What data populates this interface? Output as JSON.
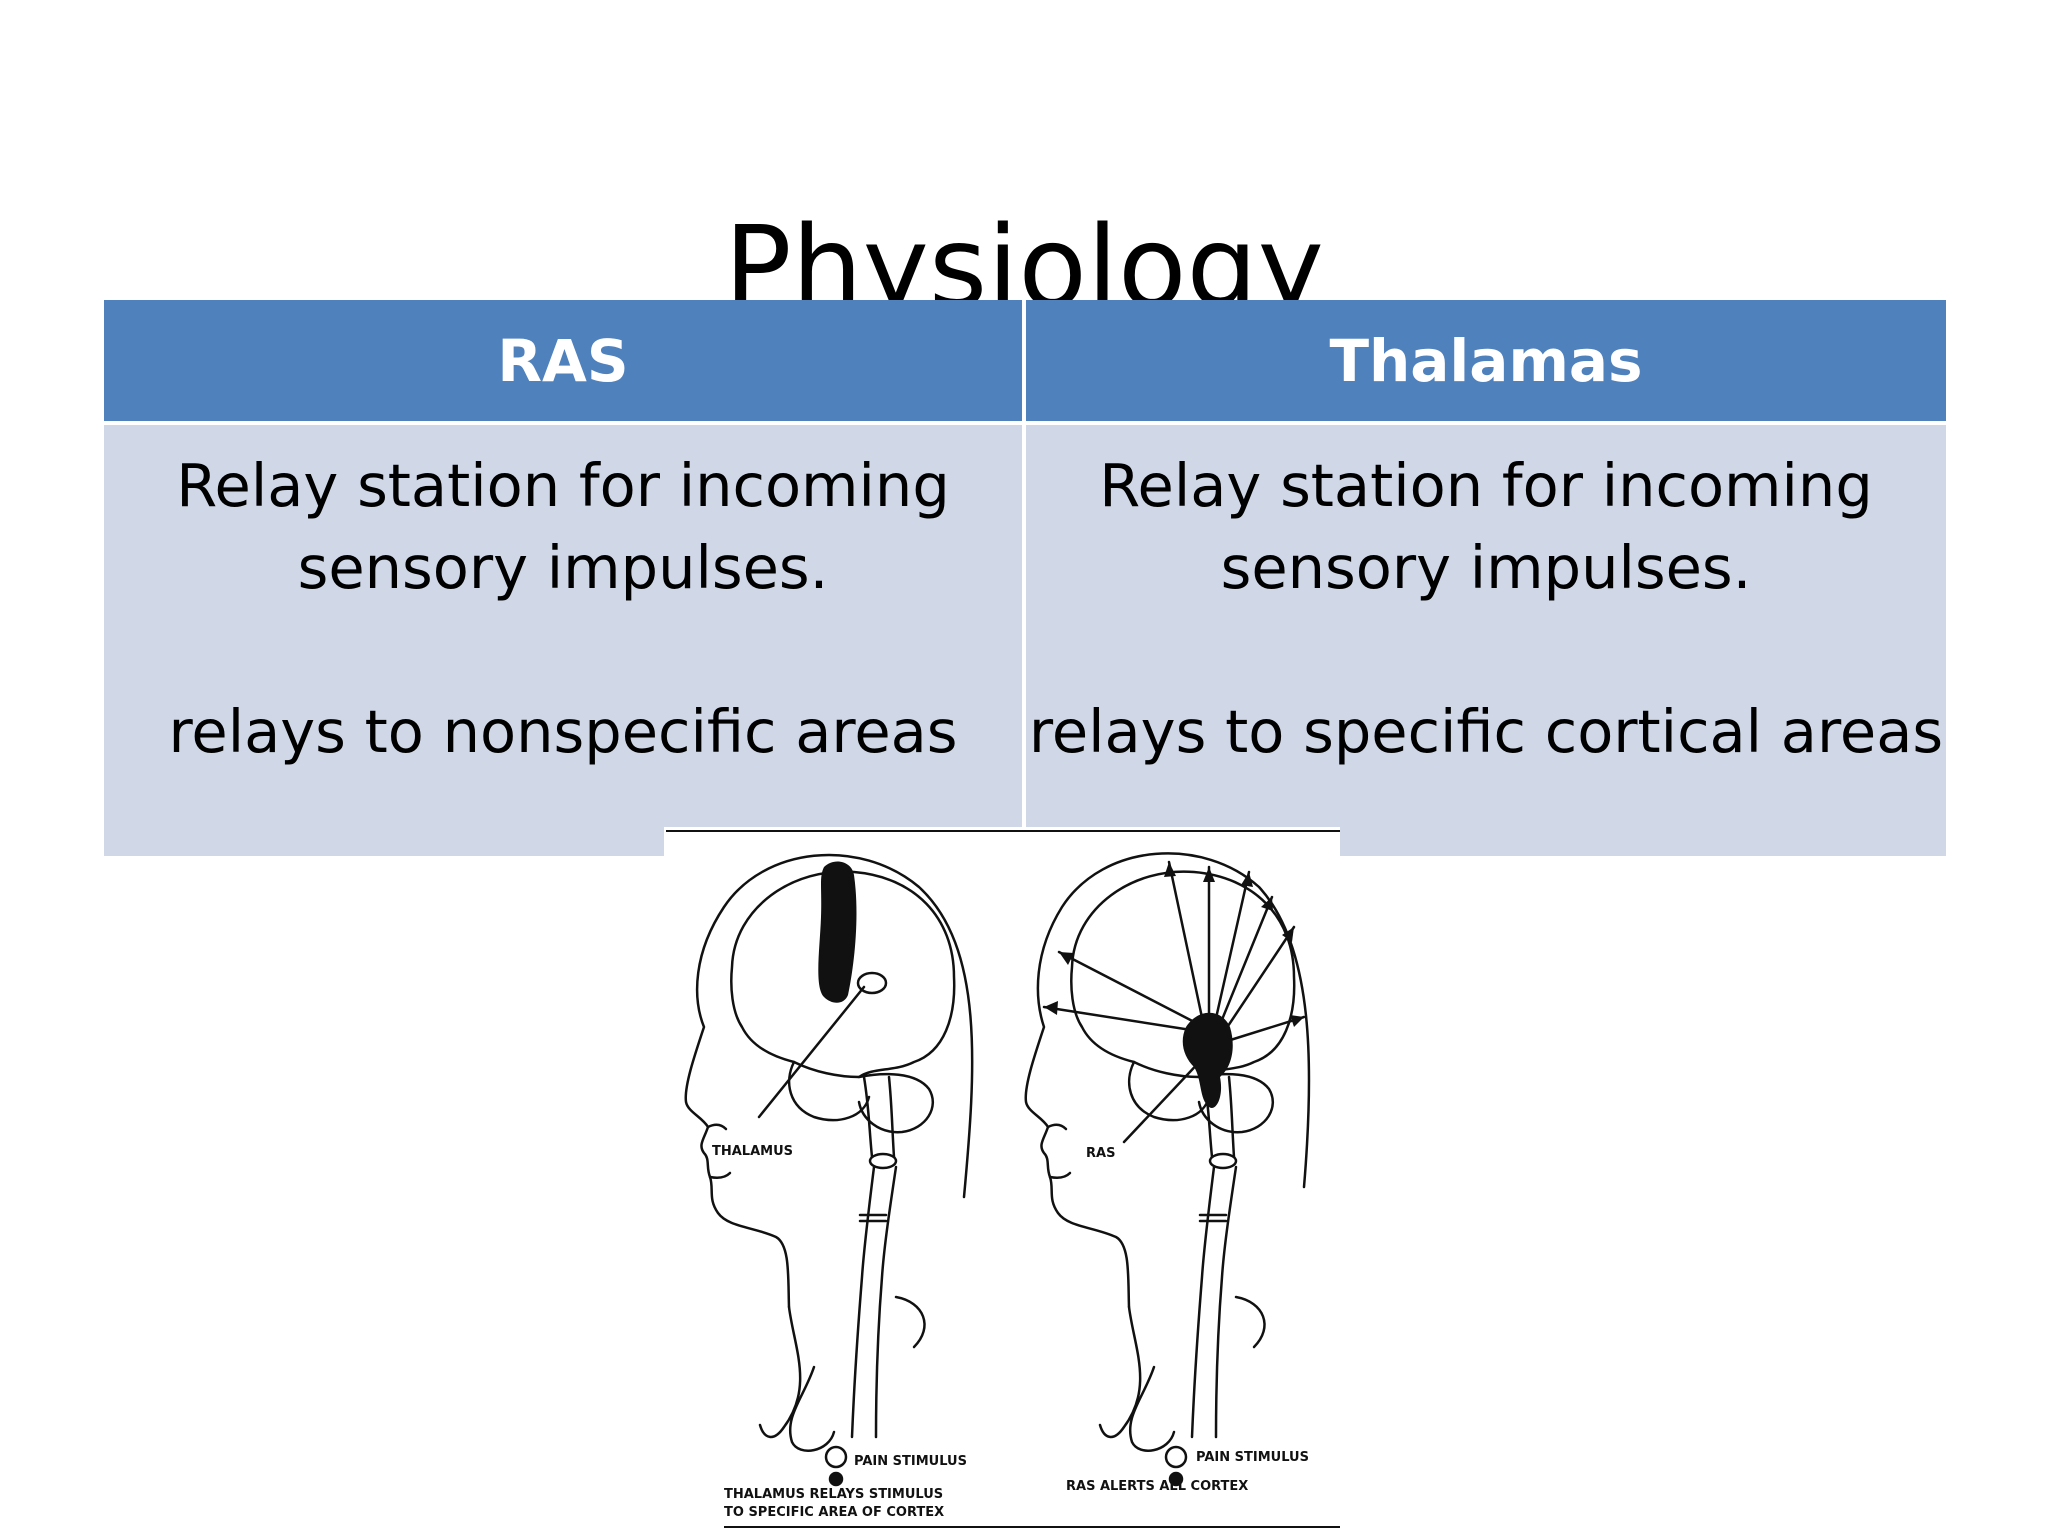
{
  "slide": {
    "title": "Physiology"
  },
  "table": {
    "headers": [
      "RAS",
      "Thalamas"
    ],
    "rows": [
      {
        "ras": {
          "line1": "Relay station for incoming sensory impulses.",
          "line2": "relays to nonspecific areas"
        },
        "thalamas": {
          "line1": "Relay station for incoming sensory impulses.",
          "line2": "relays to specific cortical areas"
        }
      }
    ]
  },
  "figure": {
    "left_head": {
      "region_label": "THALAMUS",
      "stimulus_label": "PAIN STIMULUS",
      "caption_line1": "THALAMUS RELAYS STIMULUS",
      "caption_line2": "TO SPECIFIC AREA OF CORTEX"
    },
    "right_head": {
      "region_label": "RAS",
      "stimulus_label": "PAIN STIMULUS",
      "caption_line1": "RAS ALERTS ALL CORTEX"
    }
  },
  "colors": {
    "header_bg": "#4f81bd",
    "cell_bg": "#d0d8e8",
    "header_text": "#ffffff"
  }
}
